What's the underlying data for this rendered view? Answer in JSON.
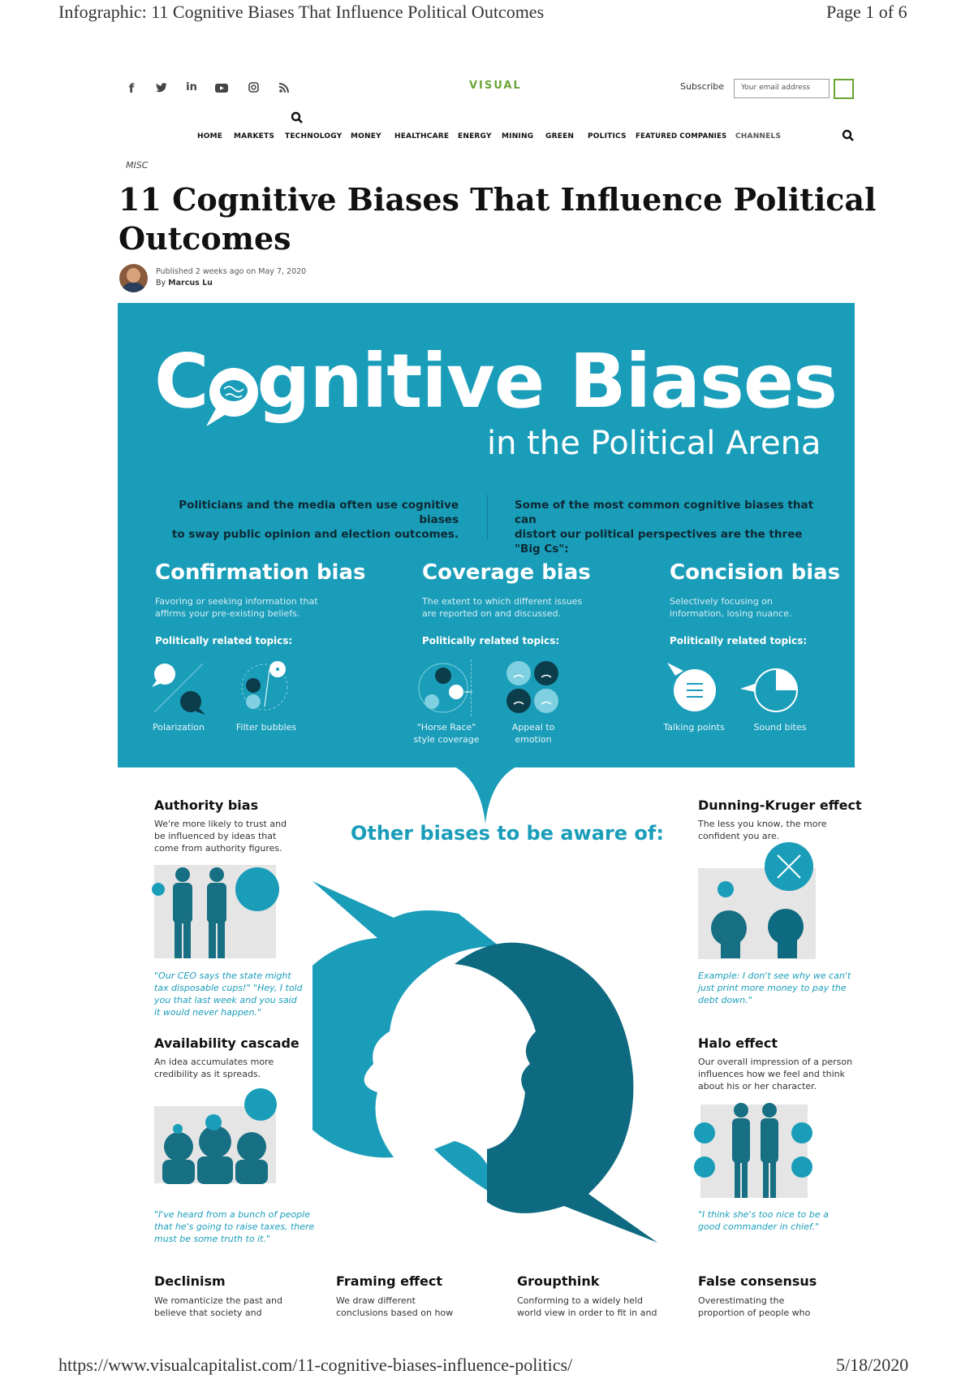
{
  "pdf_header": {
    "title": "Infographic: 11 Cognitive Biases That Influence Political Outcomes",
    "page": "Page 1 of 6"
  },
  "pdf_footer": {
    "url": "https://www.visualcapitalist.com/11-cognitive-biases-influence-politics/",
    "date": "5/18/2020"
  },
  "site": {
    "logo": "VISUAL",
    "social_icons": [
      "facebook-icon",
      "twitter-icon",
      "linkedin-icon",
      "youtube-icon",
      "instagram-icon",
      "rss-icon"
    ],
    "subscribe_label": "Subscribe",
    "email_placeholder": "Your email address"
  },
  "nav": {
    "items": [
      "HOME",
      "MARKETS",
      "TECHNOLOGY",
      "MONEY",
      "HEALTHCARE",
      "ENERGY",
      "MINING",
      "GREEN",
      "POLITICS",
      "FEATURED COMPANIES",
      "CHANNELS"
    ]
  },
  "article": {
    "category": "MISC",
    "title_line1": "11 Cognitive Biases That Influence Political",
    "title_line2": "Outcomes",
    "published": "Published 2 weeks ago on May 7, 2020",
    "by": "By",
    "author": "Marcus Lu"
  },
  "infographic": {
    "title_pre": "C",
    "title_post": "gnitive Biases",
    "subtitle": "in the Political Arena",
    "intro_left_1": "Politicians and the media often use cognitive biases",
    "intro_left_2": "to sway public opinion and election outcomes.",
    "intro_right_1": "Some of the most common cognitive biases that can",
    "intro_right_2": "distort our political perspectives are the three \"Big Cs\":",
    "related_label": "Politically related topics:",
    "big_cs": [
      {
        "title": "Confirmation bias",
        "desc1": "Favoring or seeking information that",
        "desc2": "affirms your pre-existing beliefs.",
        "topic1": "Polarization",
        "topic2": "Filter bubbles",
        "topic2b": ""
      },
      {
        "title": "Coverage bias",
        "desc1": "The extent to which different issues",
        "desc2": "are reported on and discussed.",
        "topic1": "\"Horse Race\"",
        "topic1b": "style coverage",
        "topic2": "Appeal to",
        "topic2b": "emotion"
      },
      {
        "title": "Concision bias",
        "desc1": "Selectively focusing on",
        "desc2": "information, losing nuance.",
        "topic1": "Talking points",
        "topic2": "Sound bites"
      }
    ],
    "other_heading": "Other biases to be aware of:",
    "authority": {
      "title": "Authority bias",
      "d1": "We're more likely to trust and",
      "d2": "be influenced by ideas that",
      "d3": "come from authority figures.",
      "q1": "\"Our CEO says the state might",
      "q2": "tax disposable cups!\" \"Hey, I told",
      "q3": "you that last week and you said",
      "q4": "it would never happen.\""
    },
    "availability": {
      "title": "Availability cascade",
      "d1": "An idea accumulates more",
      "d2": "credibility as it spreads.",
      "q1": "\"I've heard from a bunch of people",
      "q2": "that he's going to raise taxes, there",
      "q3": "must be some truth to it.\""
    },
    "dunning": {
      "title": "Dunning-Kruger effect",
      "d1": "The less you know, the more",
      "d2": "confident you are.",
      "q1": "Example: I don't see why we can't",
      "q2": "just print more money to pay the",
      "q3": "debt down.\""
    },
    "halo": {
      "title": "Halo effect",
      "d1": "Our overall impression of a person",
      "d2": "influences how we feel and think",
      "d3": "about his or her character.",
      "q1": "\"I think she's too nice to be a",
      "q2": "good commander in chief.\""
    },
    "bottom": [
      {
        "title": "Declinism",
        "d1": "We romanticize the past and",
        "d2": "believe that society and"
      },
      {
        "title": "Framing effect",
        "d1": "We draw different",
        "d2": "conclusions based on how"
      },
      {
        "title": "Groupthink",
        "d1": "Conforming to a widely held",
        "d2": "world view in order to fit in and"
      },
      {
        "title": "False consensus",
        "d1": "Overestimating the",
        "d2": "proportion of people who"
      }
    ],
    "colors": {
      "teal": "#1a9db9",
      "dark_teal": "#0e6a80",
      "text_dark": "#222222",
      "logo_green": "#6aa534"
    }
  }
}
